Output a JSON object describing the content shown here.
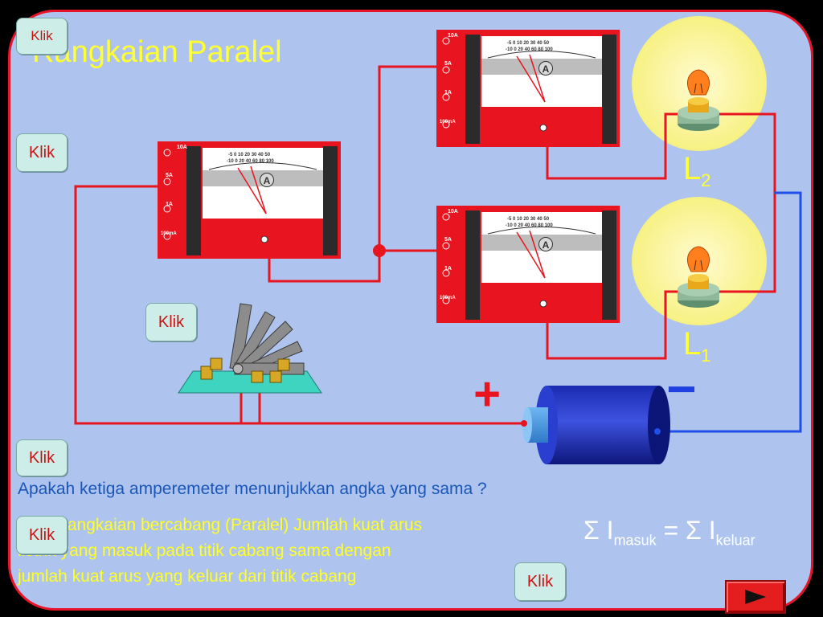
{
  "slide": {
    "title": "Rangkaian Paralel",
    "question": "Apakah ketiga amperemeter menunjukkan angka yang sama ?",
    "explanation": [
      "Pada rangkaian bercabang (Paralel) Jumlah kuat arus",
      "listrik yang masuk pada titik cabang sama dengan",
      "jumlah kuat arus yang keluar dari titik cabang"
    ]
  },
  "buttons": {
    "klik_label": "Klik"
  },
  "formula": {
    "sigma": "Σ I",
    "sub_in": "masuk",
    "equals": " = Σ I",
    "sub_out": "keluar"
  },
  "lamps": {
    "l2_letter": "L",
    "l2_sub": "2",
    "l1_letter": "L",
    "l1_sub": "1"
  },
  "battery": {
    "plus": "+",
    "minus": "−"
  },
  "ammeter": {
    "range_10a": "10A",
    "range_5a": "5A",
    "range_1a": "1A",
    "range_100ma": "100mA",
    "scale_top": "-5 0 10 20 30 40 50",
    "scale_bottom": "-10 0 20 40 60 80 100",
    "symbol": "A"
  },
  "colors": {
    "board": "#aec4ef",
    "border": "#e8142a",
    "wire_red": "#e8142a",
    "wire_blue": "#1f4fe8",
    "meter_red": "#e8141f",
    "title": "#ffff33",
    "question": "#1a56b8",
    "explain": "#ffff22"
  }
}
